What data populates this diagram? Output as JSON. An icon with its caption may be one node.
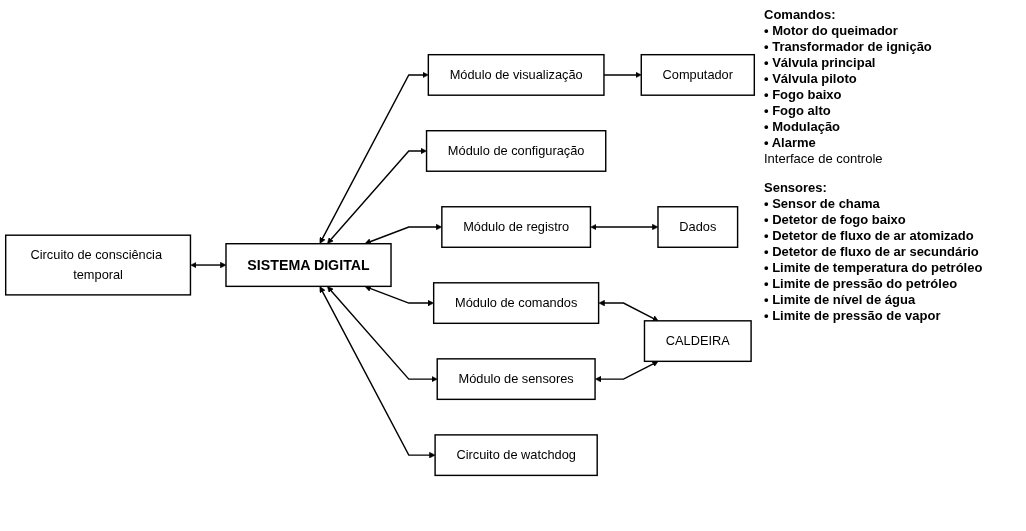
{
  "diagram": {
    "nodes": [
      {
        "text": [
          "Computador"
        ]
      },
      {
        "text": [
          "Módulo de visualização"
        ]
      },
      {
        "text": [
          "Circuito de consciência temporal"
        ]
      },
      {
        "text": [
          "Módulo de configuração"
        ]
      },
      {
        "text": [
          "SISTEMA DIGITAL"
        ]
      },
      {
        "text": [
          "Módulo de comandos"
        ]
      },
      {
        "text": [
          "CALDEIRA"
        ]
      },
      {
        "text": [
          "Módulo de registro"
        ]
      },
      {
        "text": [
          "Módulo de sensores"
        ]
      },
      {
        "text": [
          "Circuito de watchdog"
        ]
      },
      {
        "text": [
          "Dados"
        ]
      }
    ],
    "edges": [
      {
        "from": 1,
        "to": 0,
        "arrow": "to"
      },
      {
        "from": 4,
        "to": 1,
        "arrow": "both"
      },
      {
        "from": 4,
        "to": 3,
        "arrow": "both"
      },
      {
        "from": 4,
        "to": 7,
        "arrow": "both"
      },
      {
        "from": 7,
        "to": 10,
        "arrow": "both"
      },
      {
        "from": 2,
        "to": 4,
        "arrow": "both"
      },
      {
        "from": 4,
        "to": 9,
        "arrow": "both"
      },
      {
        "from": 4,
        "to": 5,
        "arrow": "both"
      },
      {
        "from": 4,
        "to": 8,
        "arrow": "both"
      },
      {
        "from": 5,
        "to": 6,
        "arrow": "both"
      },
      {
        "from": 8,
        "to": 6,
        "arrow": "both"
      }
    ],
    "labels": [
      "Comandos:",
      "• Motor do queimador",
      "• Transformador de ignição",
      "• Válvula principal",
      "• Válvula piloto",
      "• Fogo baixo",
      "• Fogo alto",
      "• Modulação",
      "• Alarme",
      "Interface de controle",
      "Sensores:",
      "• Sensor de chama",
      "• Detetor de fogo baixo",
      "• Detetor de fluxo de ar atomizado",
      "• Detetor de fluxo de ar secundário",
      "• Limite de temperatura do petróleo",
      "• Limite de pressão do petróleo",
      "• Limite de nível de água",
      "• Limite de pressão de vapor"
    ]
  }
}
